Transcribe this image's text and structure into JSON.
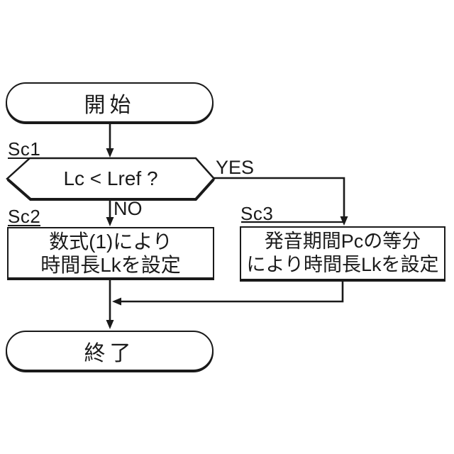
{
  "flowchart": {
    "background_color": "#ffffff",
    "ink_color": "#1a1a1a",
    "start": {
      "label": "開始"
    },
    "decision": {
      "step_id": "Sc1",
      "question": "Lc < Lref ?",
      "yes_label": "YES",
      "no_label": "NO"
    },
    "process_formula": {
      "step_id": "Sc2",
      "text_line1": "数式(1)により",
      "text_line2": "時間長Lkを設定"
    },
    "process_division": {
      "step_id": "Sc3",
      "text_line1": "発音期間Pcの等分",
      "text_line2": "により時間長Lkを設定"
    },
    "end": {
      "label": "終了"
    }
  }
}
